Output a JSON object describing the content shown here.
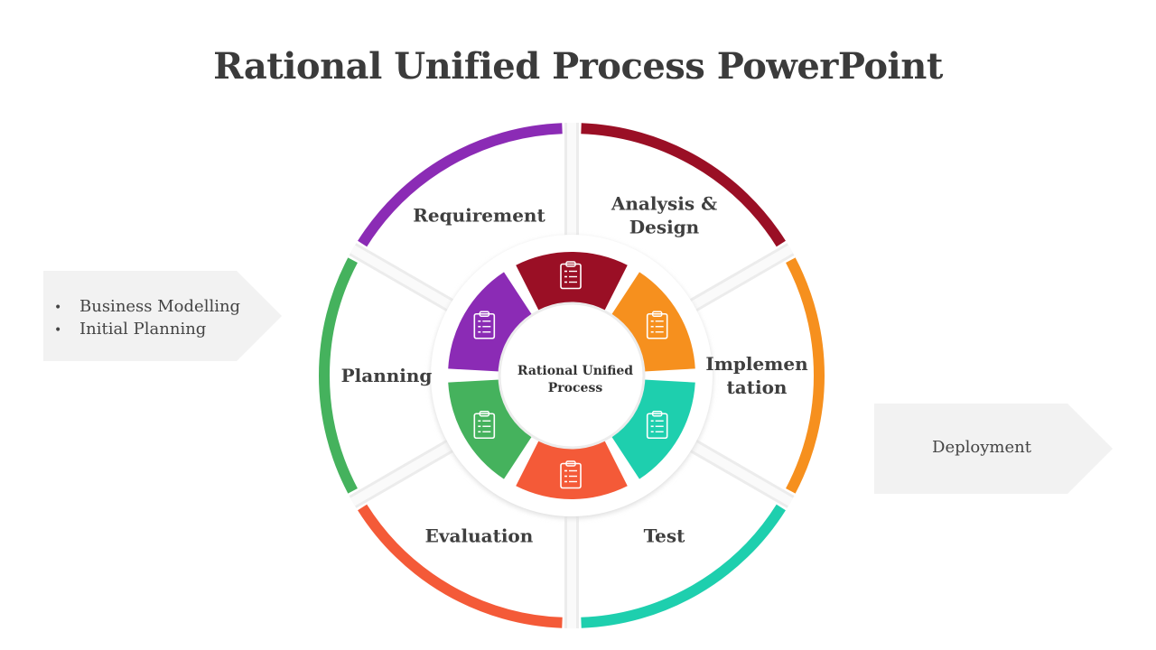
{
  "title": "Rational Unified Process PowerPoint",
  "center_label": [
    "Rational Unified",
    "Process"
  ],
  "segments": [
    {
      "label": [
        "Requirement"
      ],
      "color": "#9a0f25",
      "icon": "clipboard-pencil-icon"
    },
    {
      "label": [
        "Analysis &",
        "Design"
      ],
      "color": "#f6901e",
      "icon": "analytics-magnifier-icon"
    },
    {
      "label": [
        "Implemen",
        "tation"
      ],
      "color": "#1ecfae",
      "icon": "gear-cycle-icon"
    },
    {
      "label": [
        "Test"
      ],
      "color": "#f45a38",
      "icon": "checklist-clipboard-icon"
    },
    {
      "label": [
        "Evaluation"
      ],
      "color": "#45b25d",
      "icon": "approved-document-icon"
    },
    {
      "label": [
        "Planning"
      ],
      "color": "#8b2bb5",
      "icon": "document-scroll-icon"
    }
  ],
  "left_box": {
    "items": [
      "Business Modelling",
      "Initial Planning"
    ]
  },
  "right_box": {
    "label": "Deployment"
  }
}
